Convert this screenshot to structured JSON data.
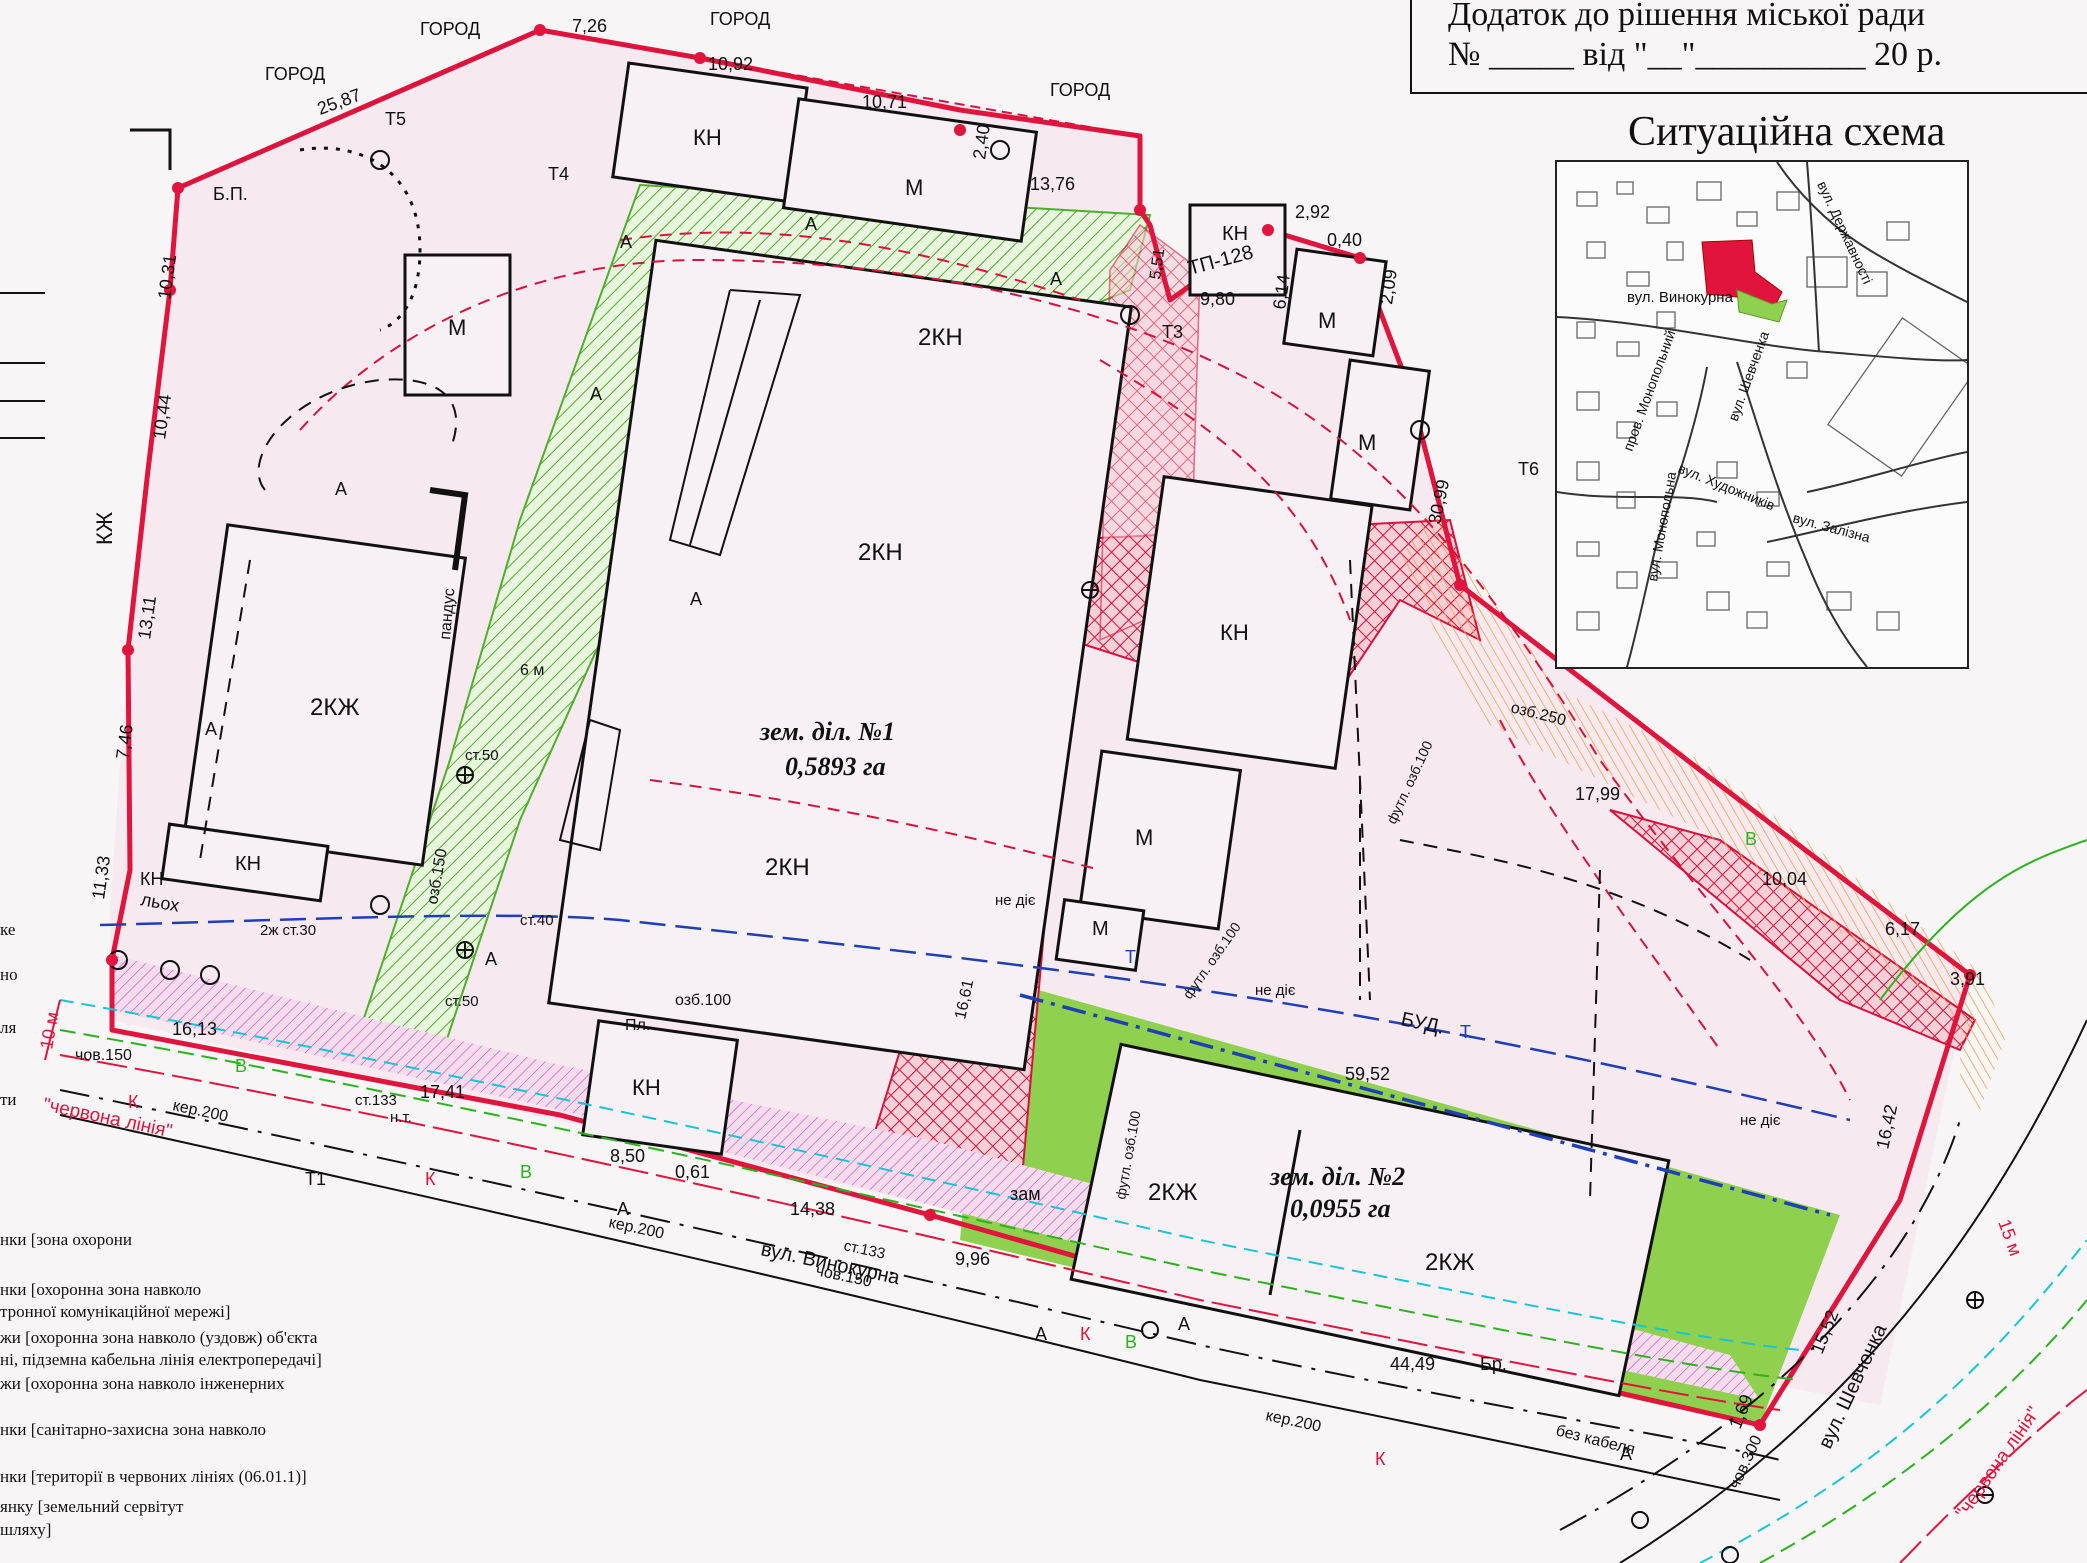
{
  "header": {
    "line1": "Додаток до рішення  міської ради",
    "line2": "№ _____ від \"__\"__________ 20   р."
  },
  "situation_title": "Ситуаційна схема",
  "minimap": {
    "streets": [
      "вул. Державності",
      "вул. Винокурна",
      "пров. Монопольний",
      "вул. Шевченка",
      "вул. Художників",
      "вул. Залізна",
      "вул. Монопольна"
    ]
  },
  "plot1": {
    "name": "зем. діл. №1",
    "area": "0,5893 га"
  },
  "plot2": {
    "name": "зем. діл. №2",
    "area": "0,0955 га"
  },
  "neighbours": {
    "city": "ГОРОД"
  },
  "streets": {
    "vynokurna": "вул. Винокурна",
    "shevchenka": "вул. Шевченка"
  },
  "red_line": "\"червона лінія\"",
  "buildings": {
    "kn": "КН",
    "m": "М",
    "two_kn": "2КН",
    "two_kzh": "2КЖ",
    "tp": "ТП-128",
    "pandus": "пандус",
    "lyokh": "льох",
    "zam": "зам",
    "br": "Бр.",
    "pl": "Пл."
  },
  "labels": {
    "a": "А",
    "kzh": "КЖ",
    "bud": "БУД.",
    "ne_die": "не діє",
    "bp": "Б.П.",
    "red_text": "зем. діл."
  },
  "points": {
    "t1": "Т1",
    "t3": "Т3",
    "t4": "Т4",
    "t5": "Т5",
    "t6": "Т6"
  },
  "utilities": {
    "ozb250": "озб.250",
    "ozb150": "озб.150",
    "ozb100": "озб.100",
    "chov150": "чов.150",
    "chov300": "чов.300",
    "ker200": "кер.200",
    "st133": "ст.133",
    "nt": "н.т.",
    "st50": "ст.50",
    "st30": "2ж ст.30",
    "futl": "футл. озб.100",
    "bez_kabelya": "без кабеля",
    "st40": "ст.40",
    "k": "К",
    "v": "В",
    "t": "Т"
  },
  "dimensions": [
    "7,26",
    "10,92",
    "10,71",
    "25,87",
    "10,31",
    "10,44",
    "13,11",
    "7,46",
    "11,33",
    "16,13",
    "17,41",
    "8,50",
    "0,61",
    "14,38",
    "9,96",
    "2,40",
    "13,76",
    "9,80",
    "6,14",
    "2,92",
    "0,40",
    "2,09",
    "30,99",
    "17,99",
    "10,04",
    "6,17",
    "3,91",
    "16,42",
    "15,52",
    "1,69",
    "44,49",
    "59,52",
    "16,61",
    "5,51",
    "10 м",
    "15 м",
    "6 м"
  ],
  "legend": [
    "ке",
    "но",
    "ля",
    "ти",
    "нки [зона охорони",
    "нки [охоронна зона навколо",
    "тронної комунікаційної мережі]",
    "жи [охоронна зона навколо (уздовж) об'єкта",
    "ні, підземна кабельна лінія електропередачі]",
    "жи [охоронна зона навколо інженерних",
    "нки [санітарно-захисна зона навколо",
    "нки [території в червоних лініях (06.01.1)]",
    "янку [земельний сервітут",
    "шляху]"
  ],
  "colors": {
    "red": "#e0143c",
    "green_fill": "#8fd14f",
    "pink": "#f6e9f0",
    "hatch_green": "#5bbf3a",
    "hatch_red": "#d8123c",
    "blue": "#1e3fb5",
    "orange": "#f2a24a",
    "magenta": "#c444d6",
    "cyan": "#19c4d6"
  }
}
